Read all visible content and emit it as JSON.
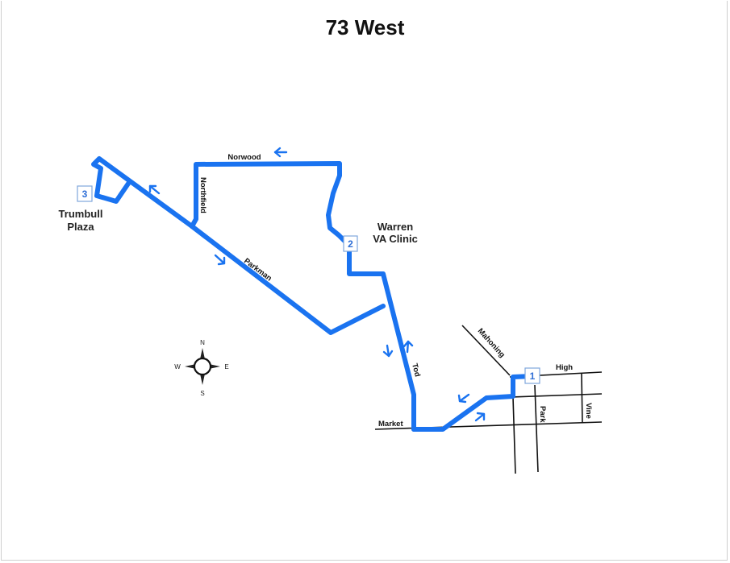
{
  "map": {
    "title": "73 West",
    "route_color": "#1a73f0",
    "street_color": "#111111",
    "stops": [
      {
        "number": "1",
        "label": ""
      },
      {
        "number": "2",
        "label_line1": "Warren",
        "label_line2": "VA Clinic"
      },
      {
        "number": "3",
        "label_line1": "Trumbull",
        "label_line2": "Plaza"
      }
    ],
    "streets": {
      "norwood": "Norwood",
      "northfield": "Northfield",
      "parkman": "Parkman",
      "tod": "Tod",
      "market": "Market",
      "mahoning": "Mahoning",
      "high": "High",
      "park": "Park",
      "vine": "Vine"
    },
    "compass": {
      "n": "N",
      "s": "S",
      "e": "E",
      "w": "W"
    },
    "direction_arrows": [
      "arrow-west-norwood",
      "arrow-northwest-parkman",
      "arrow-southeast-parkman",
      "arrow-south-tod",
      "arrow-north-tod",
      "arrow-southwest-market",
      "arrow-northeast-market"
    ]
  }
}
